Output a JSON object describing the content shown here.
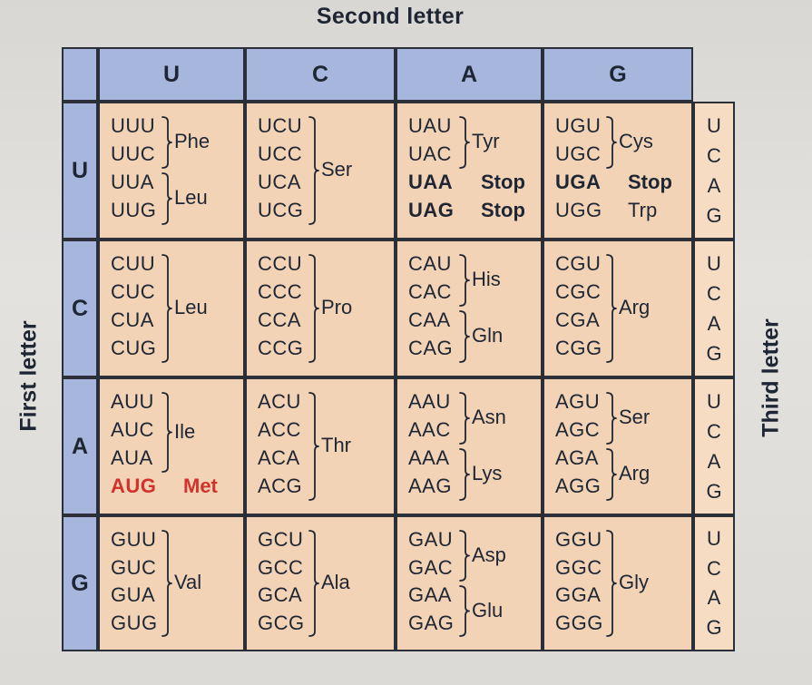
{
  "title_top": "Second letter",
  "left_label": "First letter",
  "right_label": "Third letter",
  "second_letters": [
    "U",
    "C",
    "A",
    "G"
  ],
  "first_letters": [
    "U",
    "C",
    "A",
    "G"
  ],
  "third_letters": [
    "U",
    "C",
    "A",
    "G"
  ],
  "rows": [
    {
      "first": "U",
      "cells": [
        {
          "codons": [
            "UUU",
            "UUC",
            "UUA",
            "UUG"
          ],
          "amino": [
            {
              "name": "Phe",
              "span": [
                0,
                1
              ]
            },
            {
              "name": "Leu",
              "span": [
                2,
                3
              ]
            }
          ]
        },
        {
          "codons": [
            "UCU",
            "UCC",
            "UCA",
            "UCG"
          ],
          "amino": [
            {
              "name": "Ser",
              "span": [
                0,
                3
              ]
            }
          ]
        },
        {
          "codons": [
            "UAU",
            "UAC",
            "UAA",
            "UAG"
          ],
          "amino": [
            {
              "name": "Tyr",
              "span": [
                0,
                1
              ]
            },
            {
              "name": "Stop",
              "span": [
                2,
                2
              ],
              "inline": true,
              "bold": true
            },
            {
              "name": "Stop",
              "span": [
                3,
                3
              ],
              "inline": true,
              "bold": true
            }
          ],
          "bold_codons": [
            2,
            3
          ]
        },
        {
          "codons": [
            "UGU",
            "UGC",
            "UGA",
            "UGG"
          ],
          "amino": [
            {
              "name": "Cys",
              "span": [
                0,
                1
              ]
            },
            {
              "name": "Stop",
              "span": [
                2,
                2
              ],
              "inline": true,
              "bold": true
            },
            {
              "name": "Trp",
              "span": [
                3,
                3
              ],
              "inline": true
            }
          ],
          "bold_codons": [
            2
          ]
        }
      ]
    },
    {
      "first": "C",
      "cells": [
        {
          "codons": [
            "CUU",
            "CUC",
            "CUA",
            "CUG"
          ],
          "amino": [
            {
              "name": "Leu",
              "span": [
                0,
                3
              ]
            }
          ]
        },
        {
          "codons": [
            "CCU",
            "CCC",
            "CCA",
            "CCG"
          ],
          "amino": [
            {
              "name": "Pro",
              "span": [
                0,
                3
              ]
            }
          ]
        },
        {
          "codons": [
            "CAU",
            "CAC",
            "CAA",
            "CAG"
          ],
          "amino": [
            {
              "name": "His",
              "span": [
                0,
                1
              ]
            },
            {
              "name": "Gln",
              "span": [
                2,
                3
              ]
            }
          ]
        },
        {
          "codons": [
            "CGU",
            "CGC",
            "CGA",
            "CGG"
          ],
          "amino": [
            {
              "name": "Arg",
              "span": [
                0,
                3
              ]
            }
          ]
        }
      ]
    },
    {
      "first": "A",
      "cells": [
        {
          "codons": [
            "AUU",
            "AUC",
            "AUA",
            "AUG"
          ],
          "amino": [
            {
              "name": "Ile",
              "span": [
                0,
                2
              ]
            },
            {
              "name": "Met",
              "span": [
                3,
                3
              ],
              "inline": true,
              "red": true
            }
          ],
          "red_codons": [
            3
          ]
        },
        {
          "codons": [
            "ACU",
            "ACC",
            "ACA",
            "ACG"
          ],
          "amino": [
            {
              "name": "Thr",
              "span": [
                0,
                3
              ]
            }
          ]
        },
        {
          "codons": [
            "AAU",
            "AAC",
            "AAA",
            "AAG"
          ],
          "amino": [
            {
              "name": "Asn",
              "span": [
                0,
                1
              ]
            },
            {
              "name": "Lys",
              "span": [
                2,
                3
              ]
            }
          ]
        },
        {
          "codons": [
            "AGU",
            "AGC",
            "AGA",
            "AGG"
          ],
          "amino": [
            {
              "name": "Ser",
              "span": [
                0,
                1
              ]
            },
            {
              "name": "Arg",
              "span": [
                2,
                3
              ]
            }
          ]
        }
      ]
    },
    {
      "first": "G",
      "cells": [
        {
          "codons": [
            "GUU",
            "GUC",
            "GUA",
            "GUG"
          ],
          "amino": [
            {
              "name": "Val",
              "span": [
                0,
                3
              ]
            }
          ]
        },
        {
          "codons": [
            "GCU",
            "GCC",
            "GCA",
            "GCG"
          ],
          "amino": [
            {
              "name": "Ala",
              "span": [
                0,
                3
              ]
            }
          ]
        },
        {
          "codons": [
            "GAU",
            "GAC",
            "GAA",
            "GAG"
          ],
          "amino": [
            {
              "name": "Asp",
              "span": [
                0,
                1
              ]
            },
            {
              "name": "Glu",
              "span": [
                2,
                3
              ]
            }
          ]
        },
        {
          "codons": [
            "GGU",
            "GGC",
            "GGA",
            "GGG"
          ],
          "amino": [
            {
              "name": "Gly",
              "span": [
                0,
                3
              ]
            }
          ]
        }
      ]
    }
  ]
}
